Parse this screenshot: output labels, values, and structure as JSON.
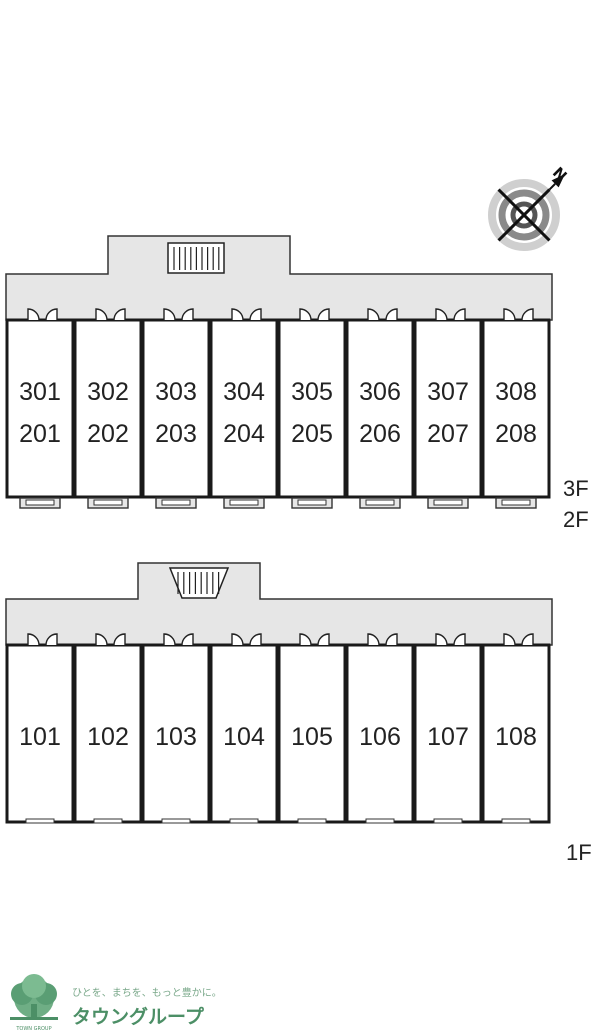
{
  "upper": {
    "units_top": [
      "301",
      "302",
      "303",
      "304",
      "305",
      "306",
      "307",
      "308"
    ],
    "units_bottom": [
      "201",
      "202",
      "203",
      "204",
      "205",
      "206",
      "207",
      "208"
    ],
    "floor_labels": [
      "3F",
      "2F"
    ]
  },
  "lower": {
    "units": [
      "101",
      "102",
      "103",
      "104",
      "105",
      "106",
      "107",
      "108"
    ],
    "floor_label": "1F"
  },
  "compass": {
    "north_label": "N"
  },
  "brand": {
    "tagline": "ひとを、まちを、もっと豊かに。",
    "name": "タウングループ",
    "small": "TOWN GROUP"
  },
  "colors": {
    "corridor": "#e6e6e6",
    "wall": "#1a1a1a",
    "brand": "#4c8f66"
  }
}
